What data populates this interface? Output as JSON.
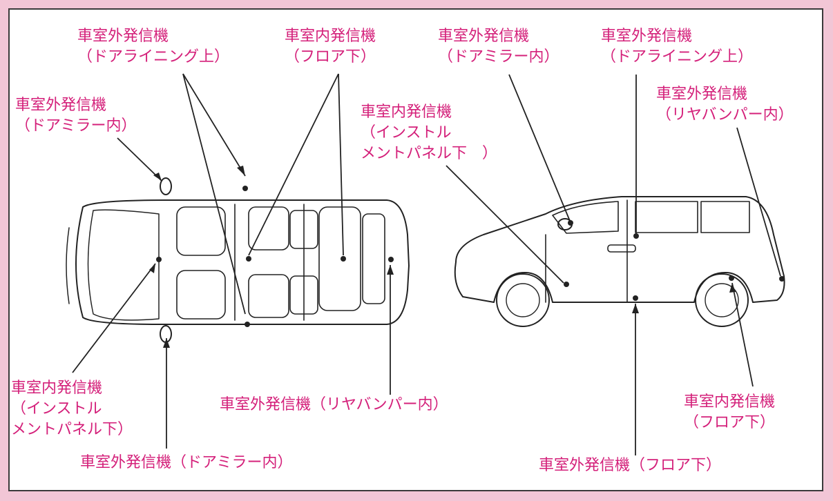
{
  "colors": {
    "frame_bg": "#f2c6d6",
    "label": "#d4207a",
    "line": "#222222"
  },
  "labels": {
    "top_outside_lining": "車室外発信機\n（ドアライニング上）",
    "top_inside_floor": "車室内発信機\n（フロア下）",
    "top_left_mirror": "車室外発信機\n（ドアミラー内）",
    "center_inside_panel": "車室内発信機\n（インストル\nメントパネル下　）",
    "side_mirror": "車室外発信機\n（ドアミラー内）",
    "side_lining": "車室外発信機\n（ドアライニング上）",
    "side_rear_bumper": "車室外発信機\n（リヤバンパー内）",
    "bottom_left_panel": "車室内発信機\n（インストル\nメントパネル下）",
    "bottom_rear_bumper": "車室外発信機（リヤバンパー内）",
    "bottom_mirror": "車室外発信機（ドアミラー内）",
    "bottom_right_floor": "車室内発信機\n（フロア下）",
    "bottom_floor": "車室外発信機（フロア下）"
  }
}
